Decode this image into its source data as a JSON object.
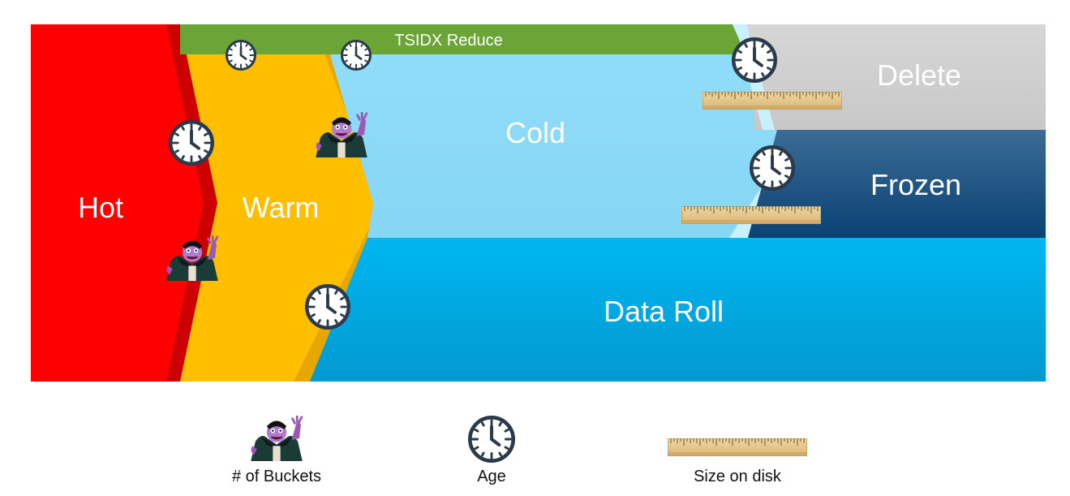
{
  "stages": {
    "hot": "Hot",
    "warm": "Warm",
    "cold": "Cold",
    "delete": "Delete",
    "frozen": "Frozen",
    "data_roll": "Data Roll",
    "tsidx_reduce": "TSIDX Reduce"
  },
  "legend": {
    "buckets": "# of Buckets",
    "age": "Age",
    "size": "Size on disk"
  },
  "icons": {
    "buckets": "count-character-icon",
    "age": "clock-icon",
    "size": "ruler-icon"
  },
  "colors": {
    "hot": "#ff0000",
    "hot_edge": "#cc0000",
    "warm": "#ffbf00",
    "warm_edge": "#e5a700",
    "cold": "#8ed9f6",
    "data_roll": "#00b0ef",
    "delete": "#d0d0d0",
    "frozen": "#1e5585",
    "tsidx": "#6aa536"
  }
}
